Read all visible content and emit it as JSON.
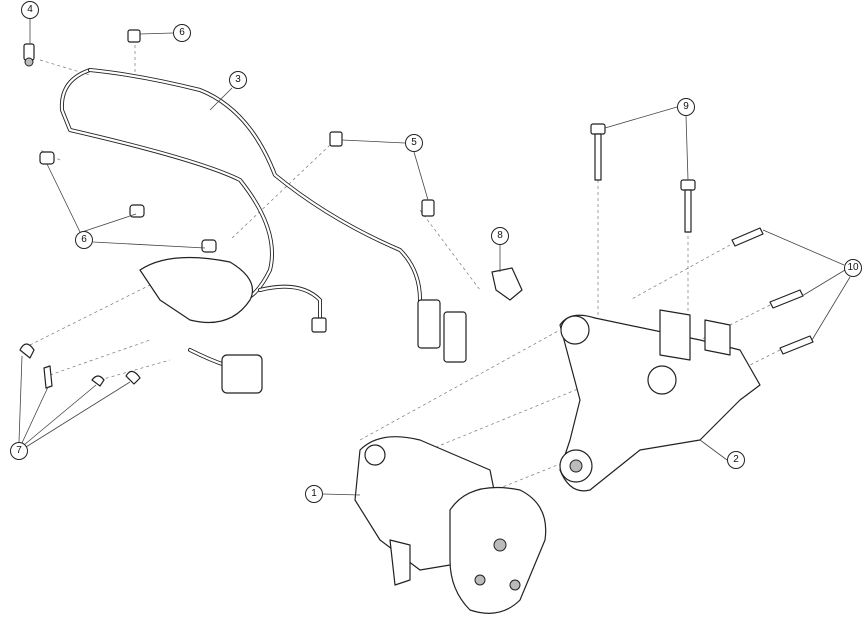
{
  "diagram": {
    "type": "exploded-parts-view",
    "callouts": [
      {
        "id": "c4",
        "label": "4"
      },
      {
        "id": "c6a",
        "label": "6"
      },
      {
        "id": "c3",
        "label": "3"
      },
      {
        "id": "c5",
        "label": "5"
      },
      {
        "id": "c9",
        "label": "9"
      },
      {
        "id": "c8",
        "label": "8"
      },
      {
        "id": "c6b",
        "label": "6"
      },
      {
        "id": "c10",
        "label": "10"
      },
      {
        "id": "c7",
        "label": "7"
      },
      {
        "id": "c2",
        "label": "2"
      },
      {
        "id": "c1",
        "label": "1"
      }
    ]
  }
}
